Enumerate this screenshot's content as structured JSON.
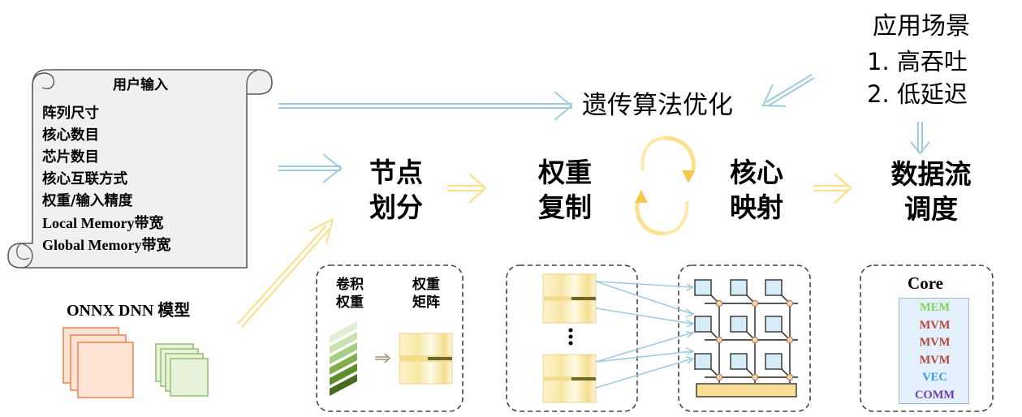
{
  "user_input": {
    "title": "用户输入",
    "items": [
      "阵列尺寸",
      "核心数目",
      "芯片数目",
      "核心互联方式",
      "权重/输入精度",
      "Local Memory带宽",
      "Global Memory带宽"
    ]
  },
  "model_label": "ONNX DNN  模型",
  "application": {
    "title": "应用场景",
    "items": [
      "1. 高吞吐",
      "2. 低延迟"
    ]
  },
  "optimizer_label": "遗传算法优化",
  "stages": [
    {
      "line1": "节点",
      "line2": "划分"
    },
    {
      "line1": "权重",
      "line2": "复制"
    },
    {
      "line1": "核心",
      "line2": "映射"
    },
    {
      "line1": "数据流",
      "line2": "调度"
    }
  ],
  "partition_box": {
    "conv_weight": {
      "line1": "卷积",
      "line2": "权重"
    },
    "weight_matrix": {
      "line1": "权重",
      "line2": "矩阵"
    }
  },
  "replication_box": {
    "ellipsis": "⋮"
  },
  "core_box": {
    "title": "Core",
    "units": [
      {
        "label": "MEM",
        "color": "#7ed35a"
      },
      {
        "label": "MVM",
        "color": "#b5473a"
      },
      {
        "label": "MVM",
        "color": "#b5473a"
      },
      {
        "label": "MVM",
        "color": "#b5473a"
      },
      {
        "label": "VEC",
        "color": "#2f9cf0"
      },
      {
        "label": "COMM",
        "color": "#6d3fb0"
      }
    ]
  },
  "colors": {
    "blue_arrow": "#9ccbe0",
    "yellow_arrow": "#fbe08e",
    "scroll_fill": "#f0f0f0"
  }
}
